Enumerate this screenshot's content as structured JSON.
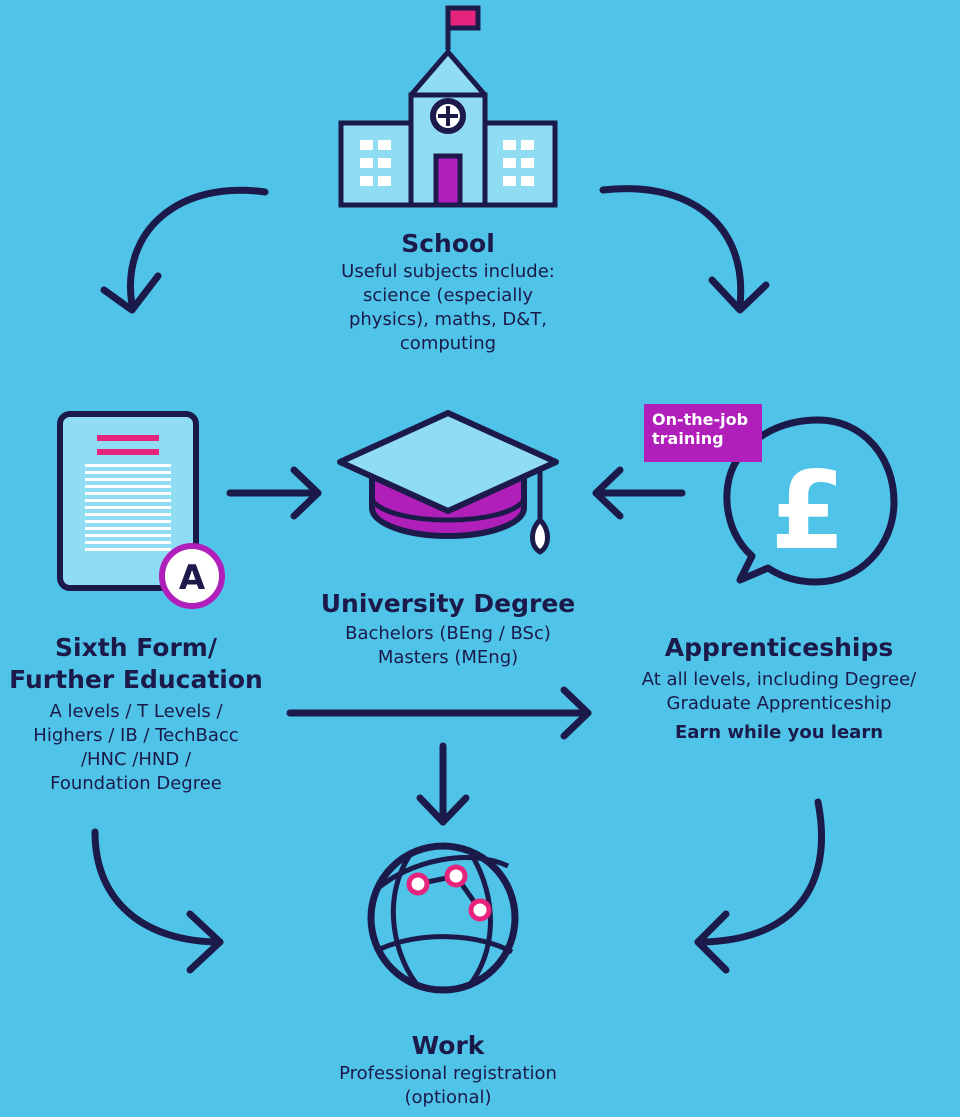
{
  "school": {
    "title": "School",
    "desc": [
      "Useful subjects include:",
      "science (especially",
      "physics), maths, D&T,",
      "computing"
    ]
  },
  "university": {
    "title": "University Degree",
    "desc": [
      "Bachelors (BEng / BSc)",
      "Masters (MEng)"
    ]
  },
  "sixth_form": {
    "title": [
      "Sixth Form/",
      "Further Education"
    ],
    "desc": [
      "A levels / T Levels /",
      "Highers / IB / TechBacc",
      "/HNC /HND /",
      "Foundation Degree"
    ]
  },
  "apprenticeships": {
    "title": "Apprenticeships",
    "desc": [
      "At all levels, including Degree/",
      "Graduate Apprenticeship"
    ],
    "highlight": "Earn while you learn",
    "tag": [
      "On-the-job",
      "training"
    ]
  },
  "work": {
    "title": "Work",
    "desc": [
      "Professional registration",
      "(optional)"
    ]
  },
  "icons": {
    "a_badge_letter": "A",
    "pound_symbol": "£"
  },
  "colors": {
    "background": "#4fc4e8",
    "navy": "#1b1a4b",
    "magenta": "#e6247d",
    "purple": "#b01fb9",
    "light_blue": "#8fdcf3",
    "white": "#ffffff"
  }
}
